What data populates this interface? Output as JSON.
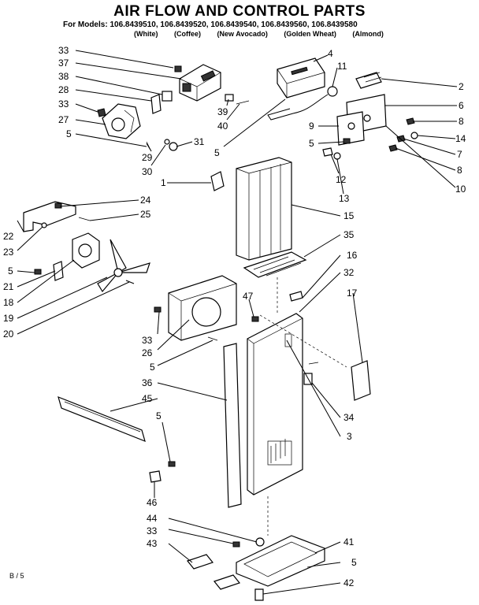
{
  "header": {
    "title": "AIR FLOW AND CONTROL PARTS",
    "models_prefix": "For Models:",
    "models": "106.8439510, 106.8439520, 106.8439540, 106.8439560, 106.8439580",
    "colors": [
      "(White)",
      "(Coffee)",
      "(New Avocado)",
      "(Golden Wheat)",
      "(Almond)"
    ]
  },
  "page_mark": "B / 5",
  "part_labels": [
    "33",
    "37",
    "38",
    "28",
    "33",
    "27",
    "5",
    "29",
    "30",
    "31",
    "39",
    "40",
    "5",
    "4",
    "11",
    "2",
    "6",
    "9",
    "8",
    "14",
    "5",
    "7",
    "8",
    "12",
    "13",
    "10",
    "1",
    "24",
    "25",
    "22",
    "23",
    "5",
    "21",
    "18",
    "19",
    "20",
    "15",
    "35",
    "16",
    "32",
    "47",
    "17",
    "33",
    "26",
    "5",
    "36",
    "34",
    "3",
    "45",
    "5",
    "46",
    "44",
    "33",
    "43",
    "41",
    "5",
    "42"
  ]
}
